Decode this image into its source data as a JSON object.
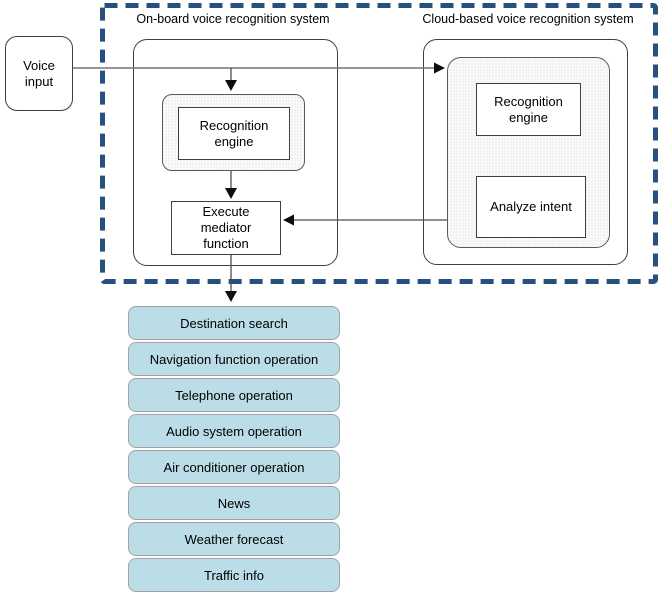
{
  "diagram": {
    "voice_input_label": "Voice input",
    "onboard": {
      "title": "On-board voice recognition system",
      "recognition_engine_label": "Recognition engine",
      "execute_mediator_label": "Execute mediator function"
    },
    "cloud": {
      "title": "Cloud-based voice recognition system",
      "recognition_engine_label": "Recognition engine",
      "analyze_intent_label": "Analyze intent"
    },
    "functions": [
      "Destination search",
      "Navigation function operation",
      "Telephone operation",
      "Audio system operation",
      "Air conditioner operation",
      "News",
      "Weather forecast",
      "Traffic info"
    ],
    "colors": {
      "boundary_dash": "#26507d",
      "function_box_fill": "#badde8",
      "function_box_border": "#a3a3a3",
      "pattern_area_fill": "#f2f2f2",
      "box_border": "#3f3f3f"
    }
  }
}
